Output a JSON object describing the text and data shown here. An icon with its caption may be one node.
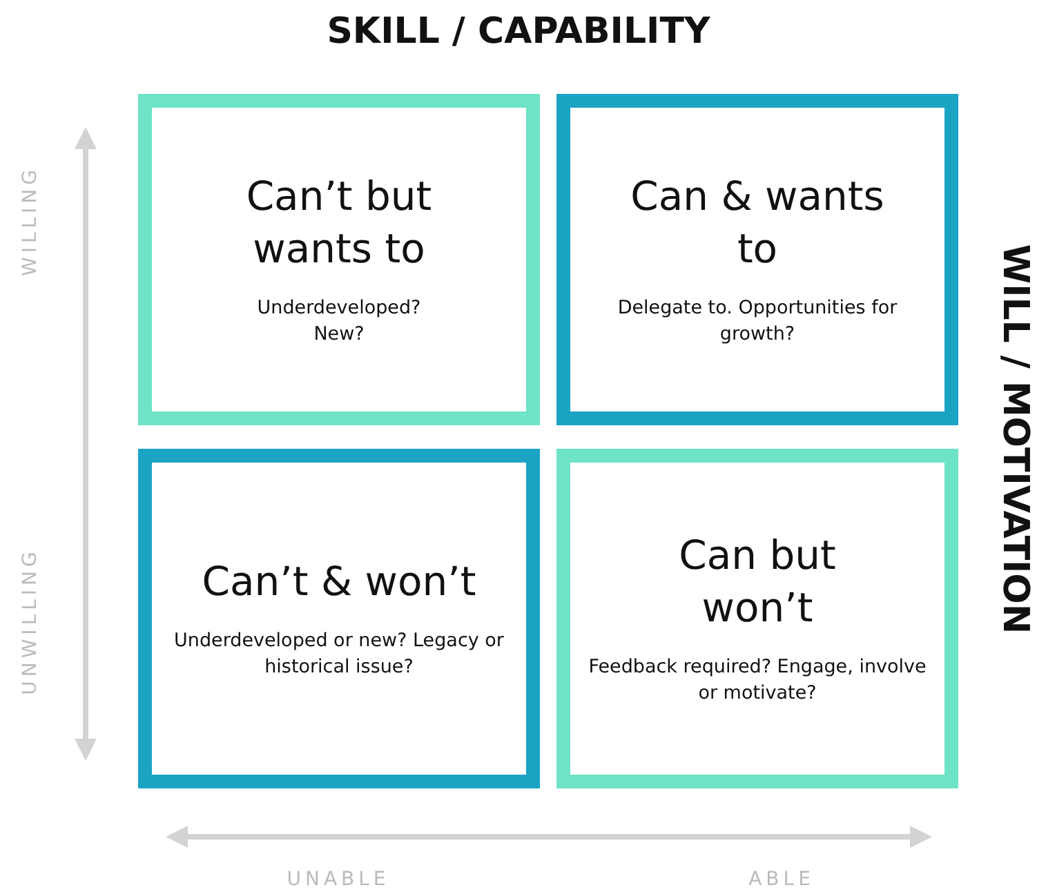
{
  "diagram": {
    "title": "SKILL / CAPABILITY",
    "nodes": [
      {
        "text": [
          "Can’t but wants to",
          "Underdeveloped? New?"
        ]
      },
      {
        "text": [
          "Can & wants to",
          "Delegate to. Opportunities for growth?"
        ]
      },
      {
        "text": [
          "Can’t & won’t",
          "Underdeveloped or new? Legacy or historical issue?"
        ]
      },
      {
        "text": [
          "Can but won’t",
          "Feedback required? Engage, involve or motivate?"
        ]
      }
    ],
    "labels": [
      "WILL / MOTIVATION",
      "WILLING",
      "UNWILLING",
      "UNABLE",
      "ABLE"
    ]
  }
}
